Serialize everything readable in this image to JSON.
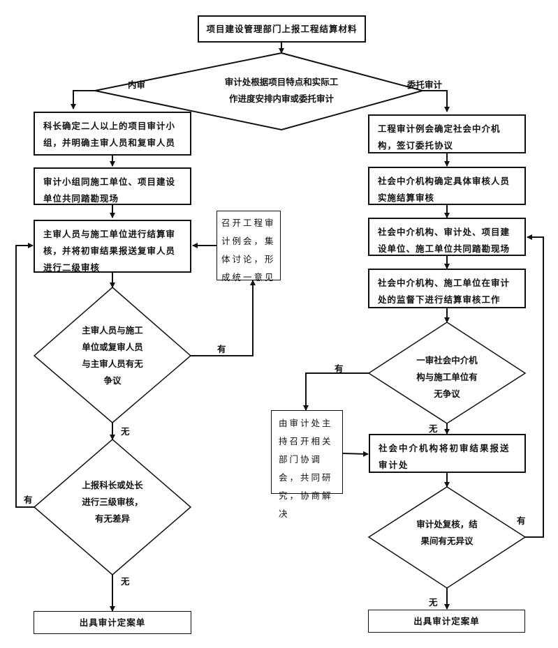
{
  "start": "项目建设管理部门上报工程结算材料",
  "decision_main": {
    "text_lines": [
      "审计处根据项目特点和实际工",
      "作进度安排内审或委托审计"
    ],
    "left_label": "内审",
    "right_label": "委托审计"
  },
  "left": {
    "step1": "科长确定二人以上的项目审计小组，并明确主审人员和复审人员",
    "step2": "审计小组同施工单位、项目建设单位共同踏勘现场",
    "step3": "主审人员与施工单位进行结算审核，并将初审结果报送复审人员进行二级审核",
    "meeting": "召开工程审计例会，集体讨论，形成统一意见",
    "decision1": {
      "text_lines": [
        "主审人员与施工",
        "单位或复审人员",
        "与主审人员有无",
        "争议"
      ],
      "yes_label": "有",
      "no_label": "无"
    },
    "decision2": {
      "text_lines": [
        "上报科长或处长",
        "进行三级审核，",
        "有无差异"
      ],
      "yes_label": "有",
      "no_label": "无"
    },
    "end": "出具审计定案单"
  },
  "right": {
    "step1": "工程审计例会确定社会中介机构，签订委托协议",
    "step2": "社会中介机构确定具体审核人员实施结算审核",
    "step3": "社会中介机构、审计处、项目建设单位、施工单位共同踏勘现场",
    "step4": "社会中介机构、施工单位在审计处的监督下进行结算审核工作",
    "decision1": {
      "text_lines": [
        "一审社会中介机",
        "构与施工单位有",
        "无争议"
      ],
      "yes_label": "有",
      "no_label": "无"
    },
    "coord": "由审计处主持召开相关部门协调会，共同研究，协商解决",
    "step5": "社会中介机构将初审结果报送审计处",
    "decision2": {
      "text_lines": [
        "审计处复核，结",
        "果间有无异议"
      ],
      "yes_label": "有",
      "no_label": "无"
    },
    "end": "出具审计定案单"
  }
}
